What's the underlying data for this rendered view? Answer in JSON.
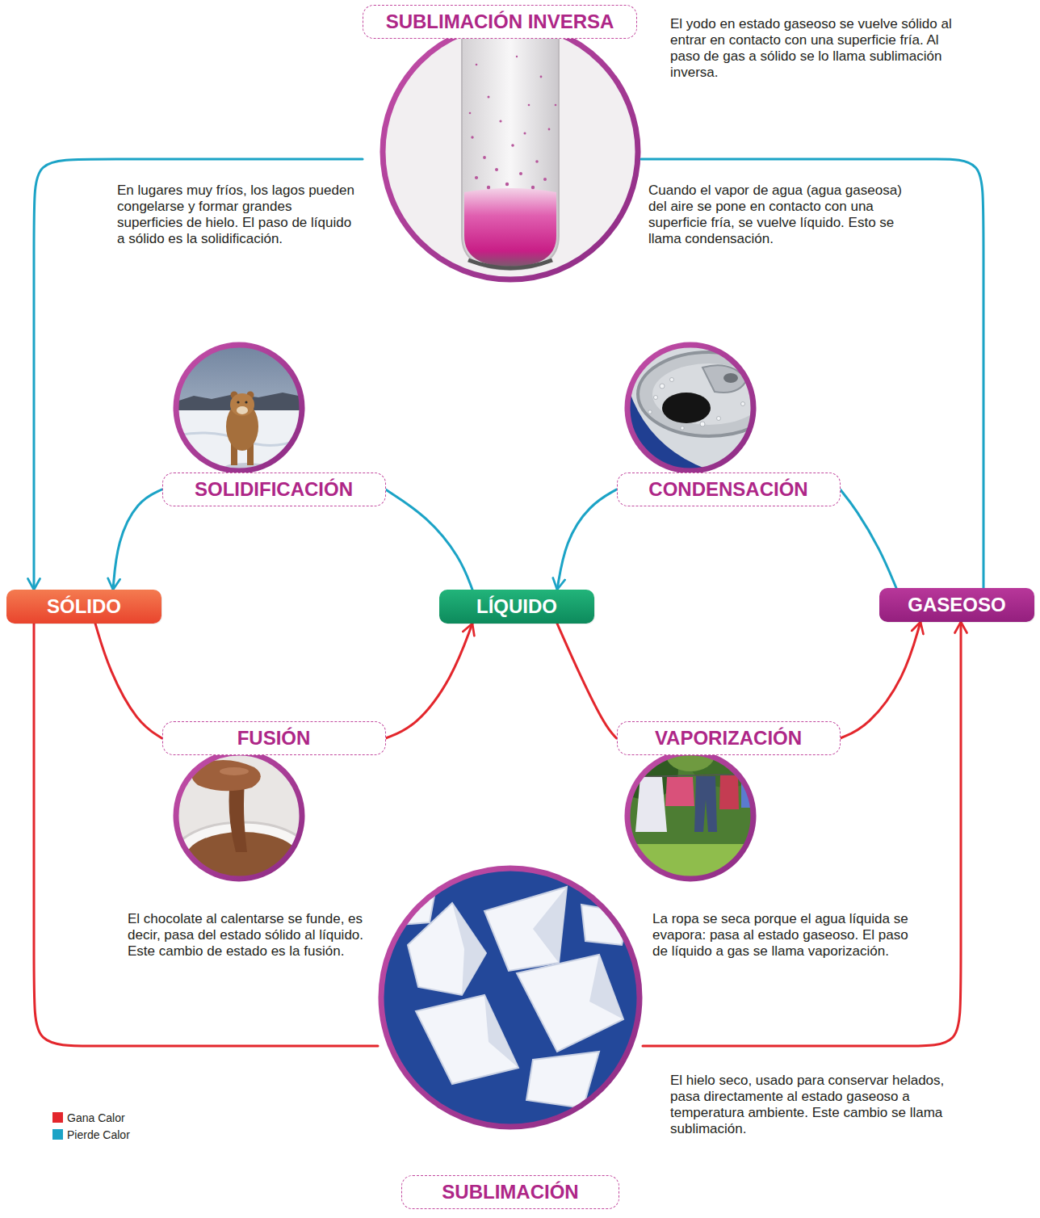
{
  "diagram": {
    "nodes": [
      {
        "text": [
          "SUBLIMACIÓN INVERSA"
        ]
      },
      {
        "text": [
          "SOLIDIFICACIÓN"
        ]
      },
      {
        "text": [
          "CONDENSACIÓN"
        ]
      },
      {
        "text": [
          "SÓLIDO"
        ]
      },
      {
        "text": [
          "LÍQUIDO"
        ]
      },
      {
        "text": [
          "GASEOSO"
        ]
      },
      {
        "text": [
          "FUSIÓN"
        ]
      },
      {
        "text": [
          "VAPORIZACIÓN"
        ]
      },
      {
        "text": [
          "SUBLIMACIÓN"
        ]
      }
    ],
    "edges": [
      {
        "from": 5,
        "to": 0,
        "arrow": "none"
      },
      {
        "from": 0,
        "to": 3,
        "arrow": "to"
      },
      {
        "from": 4,
        "to": 1,
        "arrow": "none"
      },
      {
        "from": 1,
        "to": 3,
        "arrow": "to"
      },
      {
        "from": 5,
        "to": 2,
        "arrow": "none"
      },
      {
        "from": 2,
        "to": 4,
        "arrow": "to"
      },
      {
        "from": 3,
        "to": 6,
        "arrow": "none"
      },
      {
        "from": 6,
        "to": 4,
        "arrow": "to"
      },
      {
        "from": 4,
        "to": 7,
        "arrow": "none"
      },
      {
        "from": 7,
        "to": 5,
        "arrow": "to"
      },
      {
        "from": 3,
        "to": 8,
        "arrow": "none"
      },
      {
        "from": 8,
        "to": 5,
        "arrow": "to"
      }
    ],
    "labels": [
      "El yodo en estado gaseoso se vuelve sólido al entrar en contacto con una superficie fría. Al paso de gas a sólido se lo llama sublimación inversa.",
      "En lugares muy fríos, los lagos pueden congelarse y formar grandes superficies de hielo. El paso de líquido a sólido es la solidificación.",
      "Cuando el vapor de agua (agua gaseosa) del aire se pone en contacto con una superficie fría, se vuelve líquido. Esto se llama condensación.",
      "El chocolate al calentarse se funde, es decir, pasa del estado sólido al líquido. Este cambio de estado es la fusión.",
      "La ropa se seca porque el agua líquida se evapora: pasa al estado gaseoso. El paso de líquido a gas se llama vaporización.",
      "El hielo seco, usado para conservar helados, pasa directamente al estado gaseoso a temperatura ambiente. Este cambio se llama sublimación."
    ],
    "legend": [
      {
        "text": "Gana Calor",
        "color": "#e3262c"
      },
      {
        "text": "Pierde Calor",
        "color": "#1ba3c6"
      }
    ]
  }
}
